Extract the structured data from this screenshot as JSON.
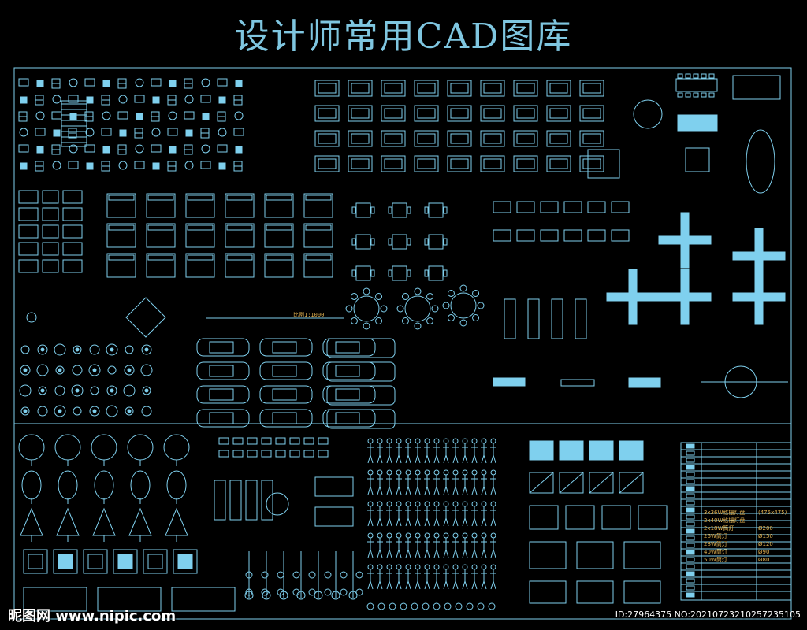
{
  "title": "设计师常用CAD图库",
  "scale_label": "比例1:1000",
  "legend": {
    "rows": [
      "3x36W格栅灯盘",
      "2x40W格栅灯盘",
      "2x18W筒灯",
      "26W筒灯",
      "28W筒灯",
      "40W筒灯",
      "50W筒灯"
    ],
    "sizes": [
      "(475x475)",
      "",
      "Ø200",
      "Ø150",
      "Ø120",
      "Ø90",
      "Ø80"
    ]
  },
  "watermark": {
    "left": "昵图网 www.nipic.com",
    "right": "ID:27964375 NO:20210723210257235105"
  },
  "colors": {
    "line": "#7fd0ee",
    "fill": "#7fd0ee",
    "accent": "#e0b050",
    "bg": "#000000"
  }
}
